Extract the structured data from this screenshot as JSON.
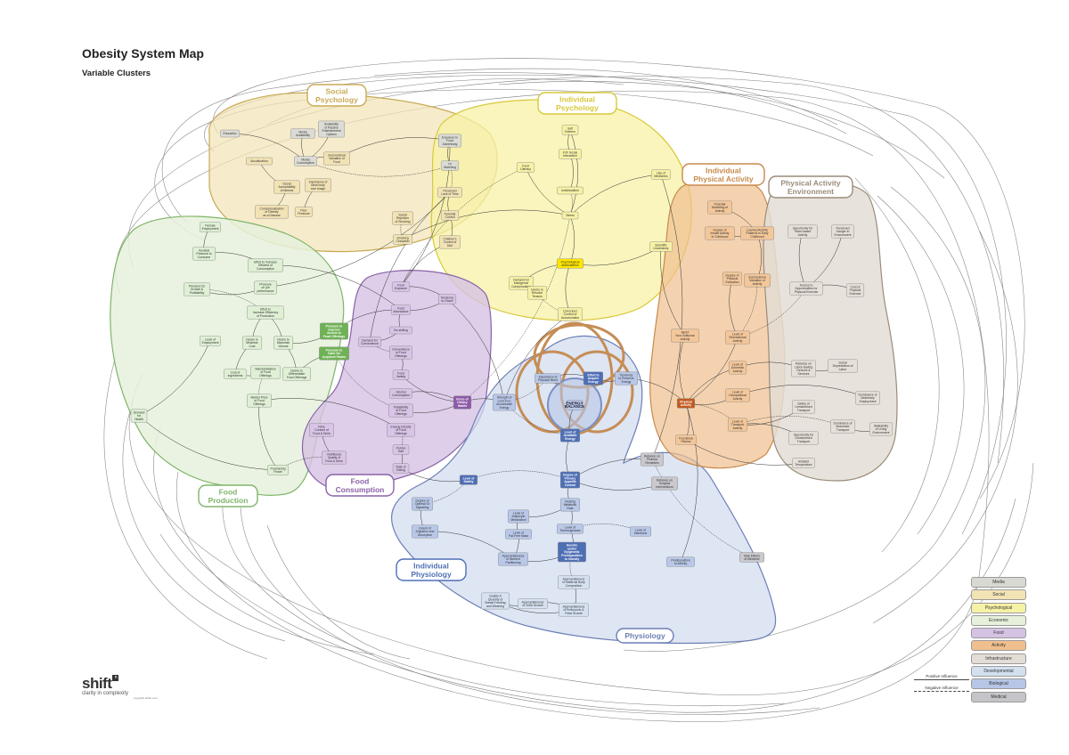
{
  "header": {
    "title": "Obesity System Map",
    "subtitle": "Variable Clusters"
  },
  "clusters": [
    {
      "key": "social",
      "label": "Social Psychology",
      "lines": [
        "Social",
        "Psychology"
      ]
    },
    {
      "key": "individual_psych",
      "label": "Individual Psychology",
      "lines": [
        "Individual",
        "Psychology"
      ]
    },
    {
      "key": "individual_pa",
      "label": "Individual Physical Activity",
      "lines": [
        "Individual",
        "Physical Activity"
      ]
    },
    {
      "key": "pa_env",
      "label": "Physical Activity Environment",
      "lines": [
        "Physical Activity",
        "Environment"
      ]
    },
    {
      "key": "food_production",
      "label": "Food Production",
      "lines": [
        "Food",
        "Production"
      ]
    },
    {
      "key": "food_consumption",
      "label": "Food Consumption",
      "lines": [
        "Food",
        "Consumption"
      ]
    },
    {
      "key": "individual_phys",
      "label": "Individual Physiology",
      "lines": [
        "Individual",
        "Physiology"
      ]
    },
    {
      "key": "physiology",
      "label": "Physiology",
      "lines": [
        "Physiology"
      ]
    }
  ],
  "nodes": {
    "education": [
      "Education"
    ],
    "media_availability": [
      "Media",
      "Availability"
    ],
    "passive_entertainment": [
      "Availability",
      "of Passive",
      "Entertainment",
      "Options"
    ],
    "acculturation": [
      "Acculturation"
    ],
    "media_consumption": [
      "Media",
      "Consumption"
    ],
    "sociocultural_food": [
      "Sociocultural",
      "Valuation of",
      "Food"
    ],
    "exposure_food_ads": [
      "Exposure to",
      "Food",
      "Advertising"
    ],
    "tv_watching": [
      "TV",
      "Watching"
    ],
    "social_fatness": [
      "Social",
      "Acceptability",
      "of fatness"
    ],
    "body_image": [
      "Importance of",
      "Ideal body",
      "size image"
    ],
    "obesity_disease": [
      "Conceptualisation",
      "of Obesity",
      "as a Disease"
    ],
    "peer_pressure": [
      "Peer",
      "Pressure"
    ],
    "lack_of_time": [
      "Perceived",
      "Lack of Time"
    ],
    "social_smoking": [
      "Social",
      "Rejection",
      "of Smoking"
    ],
    "smoking_cessation": [
      "Smoking",
      "Cessation"
    ],
    "parental_control": [
      "Parental",
      "Control"
    ],
    "children_diet": [
      "Children's",
      "Control of",
      "Diet"
    ],
    "self_esteem": [
      "Self",
      "Esteem"
    ],
    "f2f_social": [
      "F2F Social",
      "Interaction"
    ],
    "food_literacy": [
      "Food",
      "Literacy"
    ],
    "individualism": [
      "Individualism"
    ],
    "use_medicines": [
      "Use of",
      "Medicines"
    ],
    "stress": [
      "Stress"
    ],
    "scientific_uncertainty": [
      "Scientific",
      "Uncertainty"
    ],
    "psych_ambivalence": [
      "Psychological",
      "Ambivalence"
    ],
    "demand_indulgence": [
      "Demand for",
      "Indulgence",
      "Compensation"
    ],
    "desire_passive": [
      "Desire to",
      "Resolve",
      "Tension"
    ],
    "conscious_control": [
      "Conscious",
      "Control of",
      "Accumulation"
    ],
    "female_employment": [
      "Female",
      "Employment"
    ],
    "societal_consume": [
      "Societal",
      "Pressure to",
      "Consume"
    ],
    "effort_efficient": [
      "Effort to Increase",
      "Efficient of",
      "Consumption"
    ],
    "growth_profit": [
      "Pressure for",
      "Growth &",
      "Profitability"
    ],
    "job_performance": [
      "Pressure",
      "on job",
      "performance"
    ],
    "efficiency_production": [
      "Effort to",
      "Increase Efficiency",
      "of Production"
    ],
    "level_employment": [
      "Level of",
      "Employment"
    ],
    "min_cost": [
      "Desire to",
      "Minimise",
      "Cost"
    ],
    "max_volume": [
      "Desire to",
      "Maximise",
      "Volume"
    ],
    "pressure_improve": [
      "Pressure to",
      "Improve",
      "Access to",
      "Food Offerings"
    ],
    "pressure_cater": [
      "Pressure to",
      "Cater for",
      "Acquired Tastes"
    ],
    "cost_ingredients": [
      "Cost of",
      "Ingredients"
    ],
    "standardisation": [
      "Standardisation",
      "of Food",
      "Offerings"
    ],
    "differentiate": [
      "Desire to",
      "Differentiate",
      "Food Offerings"
    ],
    "market_price": [
      "Market Price",
      "of Food",
      "Offerings"
    ],
    "demand_health": [
      "Demand",
      "for",
      "Health"
    ],
    "purchasing_power": [
      "Purchasing",
      "Power"
    ],
    "food_exposure": [
      "Food",
      "Exposure"
    ],
    "food_abundance": [
      "Food",
      "Abundance"
    ],
    "tendency_graze": [
      "Tendency",
      "to Graze"
    ],
    "deskilling": [
      "De-skilling"
    ],
    "demand_convenience": [
      "Demand for",
      "Convenience"
    ],
    "convenience_food": [
      "Convenience",
      "of Food",
      "Offerings"
    ],
    "food_variety": [
      "Food",
      "Variety"
    ],
    "alcohol": [
      "Alcohol",
      "Consumption"
    ],
    "dietary_habits": [
      "Force of",
      "Dietary",
      "Habits"
    ],
    "palatability": [
      "Palatability",
      "of Food",
      "Offerings"
    ],
    "fibre_content": [
      "Fibre",
      "Content of",
      "Food & Drink"
    ],
    "energy_density": [
      "Energy Density",
      "of Food",
      "Offerings"
    ],
    "nutritional_quality": [
      "Nutritional",
      "Quality of",
      "Food & Drink"
    ],
    "portion_size": [
      "Portion",
      "Size"
    ],
    "rate_eating": [
      "Rate of",
      "Eating"
    ],
    "parental_modelling": [
      "Parental",
      "Modelling of",
      "Activity"
    ],
    "innate_activity": [
      "Degree of",
      "Innate Activity",
      "in Childhood"
    ],
    "learned_activity": [
      "Learned Activity",
      "Patterns in Early",
      "Childhood"
    ],
    "physical_education": [
      "Degree of",
      "Physical",
      "Education"
    ],
    "sociocultural_activity": [
      "Sociocultural",
      "Valuation of",
      "Activity"
    ],
    "neat": [
      "NEAT",
      "Non-Volitional",
      "Activity"
    ],
    "recreational": [
      "Level of",
      "Recreational",
      "Activity"
    ],
    "domestic": [
      "Level of",
      "Domestic",
      "Activity"
    ],
    "occupational": [
      "Level of",
      "Occupational",
      "Activity"
    ],
    "transport_activity": [
      "Level of",
      "Transport",
      "Activity"
    ],
    "physical_activity": [
      "Physical",
      "Activity"
    ],
    "functional_fitness": [
      "Functional",
      "Fitness"
    ],
    "team_activity": [
      "Opportunity for",
      "Team-based",
      "Activity"
    ],
    "perceived_danger": [
      "Perceived",
      "Danger in",
      "Environment"
    ],
    "access_exercise": [
      "Access to",
      "Opportunities for",
      "Physical Exercise"
    ],
    "cost_exercise": [
      "Cost of",
      "Physical",
      "Exercise"
    ],
    "labor_saving": [
      "Reliance on",
      "Labor-Saving",
      "Devices &",
      "Services"
    ],
    "social_labor": [
      "Social",
      "Depreciation of",
      "Labor"
    ],
    "sedentary": [
      "Dominance of",
      "Sedentary",
      "Employment"
    ],
    "unmotorised_safety": [
      "Safety of",
      "Unmotorised",
      "Transport"
    ],
    "motorised": [
      "Dominance of",
      "Motorised",
      "Transport"
    ],
    "walkability": [
      "Walkability",
      "of Living",
      "Environment"
    ],
    "opportunity_unmotorised": [
      "Opportunity for",
      "Unmotorised",
      "Transport"
    ],
    "ambient_temp": [
      "Ambient",
      "Temperature"
    ],
    "physical_need": [
      "Importance of",
      "Physical Need"
    ],
    "effort_acquire": [
      "Effort to",
      "Acquire",
      "Energy"
    ],
    "preserve_energy": [
      "Tendency",
      "to Preserve",
      "Energy"
    ],
    "energy_balance": [
      "ENERGY",
      "BALANCE"
    ],
    "lock_in": [
      "Strength of",
      "Lock-in to",
      "Accumulate",
      "Energy"
    ],
    "available_energy": [
      "Level of",
      "Available",
      "Energy"
    ],
    "satiety": [
      "Level of",
      "Satiety"
    ],
    "appetite_control": [
      "Degree of",
      "Primary",
      "Appetite",
      "Control"
    ],
    "pharma": [
      "Reliance on",
      "Pharma",
      "Remedies"
    ],
    "surgical": [
      "Reliance on",
      "Surgical",
      "Interventions"
    ],
    "optimal_signalling": [
      "Degree of",
      "Optimal GI",
      "Signalling"
    ],
    "adipocyte": [
      "Level of",
      "Adipocyte",
      "Metabolism"
    ],
    "resting_metabolic": [
      "Resting",
      "Metabolic",
      "Rate"
    ],
    "fat_free_mass": [
      "Level of",
      "Fat-Free Mass"
    ],
    "thermogenesis": [
      "Level of",
      "Thermogenesis"
    ],
    "infections": [
      "Level of",
      "Infections"
    ],
    "digestion": [
      "Extent of",
      "Digestion and",
      "Absorption"
    ],
    "nutrient_partitioning": [
      "Appropriateness",
      "of Nutrient",
      "Partitioning"
    ],
    "genetic_predisposition": [
      "Genetic",
      "and/or",
      "Epigenetic",
      "Predisposition",
      "to Obesity"
    ],
    "predisposition_activity": [
      "Predisposition",
      "to Activity"
    ],
    "side_effects": [
      "Side Effects",
      "of Medicine"
    ],
    "maternal_body": [
      "Appropriateness",
      "of Maternal Body",
      "Composition"
    ],
    "breast_feeding": [
      "Quality &",
      "Quantity of",
      "Breast Feeding",
      "and Weaning"
    ],
    "child_growth": [
      "Appropriateness",
      "of Child Growth"
    ],
    "embryonic_growth": [
      "Appropriateness",
      "of Embryonic &",
      "Fetal Growth"
    ]
  },
  "legend": {
    "items": [
      {
        "label": "Media",
        "color": "#d9d9d4"
      },
      {
        "label": "Social",
        "color": "#f2e3b5"
      },
      {
        "label": "Psychological",
        "color": "#f7f1a6"
      },
      {
        "label": "Economic",
        "color": "#e6f1dc"
      },
      {
        "label": "Food",
        "color": "#d6c2e3"
      },
      {
        "label": "Activity",
        "color": "#f0bf8e"
      },
      {
        "label": "Infrastructure",
        "color": "#e3ddd5"
      },
      {
        "label": "Developmental",
        "color": "#d3e0f0"
      },
      {
        "label": "Biological",
        "color": "#b7c6e6"
      },
      {
        "label": "Medical",
        "color": "#c4c4c9"
      }
    ],
    "positive": "Positive Influence",
    "negative": "Negative Influence"
  },
  "brand": {
    "logo": "shift",
    "logo_mark": "n",
    "tagline": "clarity in complexity",
    "copyright": "copyright shiftn.com"
  }
}
